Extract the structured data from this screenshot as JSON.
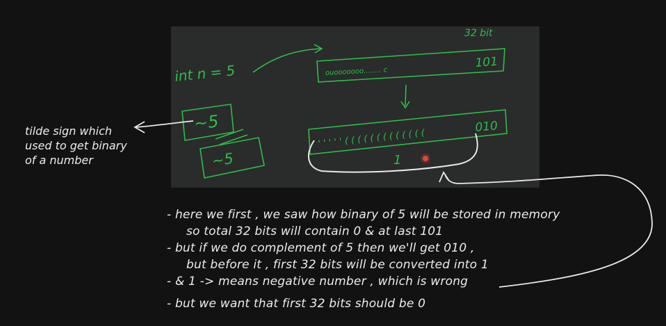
{
  "screenshot": {
    "int_label": "int n = 5",
    "bits_label": "32 bit",
    "top_box_tail": "101",
    "bottom_box_tail": "010",
    "complement_top": "~5",
    "complement_bottom": "~5",
    "brace_digit": "1"
  },
  "tilde_note": {
    "lines": [
      "tilde sign which",
      "used to get binary",
      "of a number"
    ]
  },
  "notes": {
    "lines": [
      "- here we first , we saw how binary of 5 will be stored in memory",
      "so total 32 bits will contain 0 & at last 101",
      "- but if we do complement of 5 then we'll get 010 ,",
      "but before it , first 32 bits will be converted into 1",
      "- & 1 -> means negative number , which is wrong",
      "- but we want that first 32 bits should be 0"
    ]
  },
  "colors": {
    "background": "#121212",
    "panel": "#2a2b2b",
    "ink_green": "#2ebd4a",
    "ink_white": "#e9e9e9",
    "pointer_red": "#e0443a"
  }
}
